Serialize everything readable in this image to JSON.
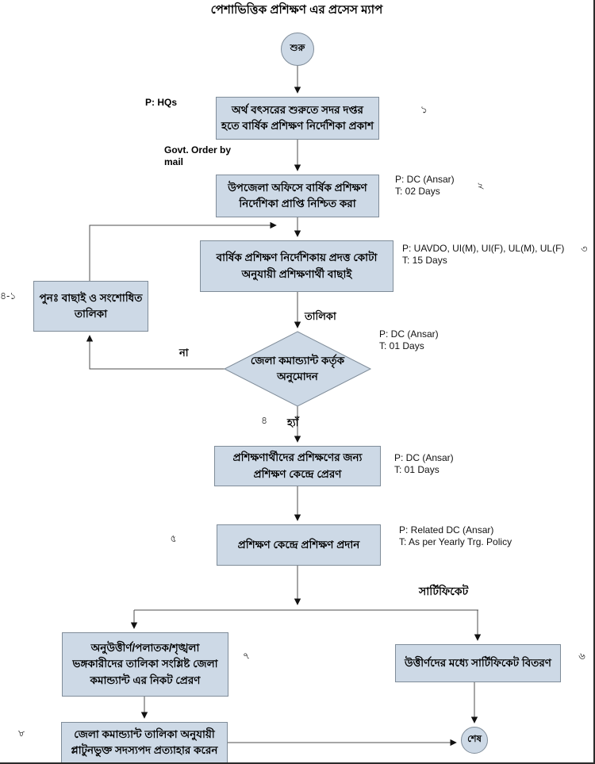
{
  "title": "পেশাভিত্তিক প্রশিক্ষণ এর প্রসেস ম্যাপ",
  "colors": {
    "node_fill": "#cdd9e6",
    "node_border": "#7f8c99",
    "line": "#4d4d4d",
    "arrowhead": "#111111"
  },
  "nodes": {
    "start": {
      "label": "শুরু"
    },
    "step1": {
      "text": "অর্থ বৎসরের শুরুতে সদর দপ্তর হতে বার্ষিক প্রশিক্ষণ নির্দেশিকা প্রকাশ"
    },
    "step2": {
      "text": "উপজেলা অফিসে বার্ষিক প্রশিক্ষণ নির্দেশিকা প্রাপ্তি নিশ্চিত করা"
    },
    "step3": {
      "text": "বার্ষিক প্রশিক্ষণ নির্দেশিকায় প্রদত্ত কোটা অনুযায়ী প্রশিক্ষণার্থী বাছাই"
    },
    "revised_list": {
      "text": "পুনঃ বাছাই ও সংশোধিত তালিকা"
    },
    "decision": {
      "text": "জেলা কমান্ড্যান্ট কর্তৃক অনুমোদন"
    },
    "step4": {
      "text": "প্রশিক্ষণার্থীদের প্রশিক্ষণের জন্য প্রশিক্ষণ কেন্দ্রে প্রেরণ"
    },
    "step5": {
      "text": "প্রশিক্ষণ কেন্দ্রে প্রশিক্ষণ প্রদান"
    },
    "step7": {
      "text": "অনুউত্তীর্ণ/পলাতক/শৃঙ্খলা ভঙ্গকারীদের তালিকা সংশ্লিষ্ট জেলা কমান্ড্যান্ট এর নিকট প্রেরণ"
    },
    "step6": {
      "text": "উত্তীর্ণদের মধ্যে সার্টিফিকেট বিতরণ"
    },
    "step8": {
      "text": "জেলা কমান্ড্যান্ট তালিকা অনুযায়ী প্লাটুনভুক্ত সদস্যপদ প্রত্যাহার করেন"
    },
    "end": {
      "label": "শেষ"
    }
  },
  "annotations": {
    "step1_p": "P: HQs",
    "govt_order_line1": "Govt. Order by",
    "govt_order_line2": "mail",
    "step2_p": "P: DC (Ansar)",
    "step2_t": "T: 02 Days",
    "step3_p": "P: UAVDO, UI(M), UI(F), UL(M), UL(F)",
    "step3_t": "T: 15 Days",
    "decision_p": "P: DC (Ansar)",
    "decision_t": "T: 01 Days",
    "step4_p": "P: DC (Ansar)",
    "step4_t": "T: 01 Days",
    "step5_p": "P: Related DC (Ansar)",
    "step5_t": "T: As per Yearly Trg. Policy",
    "list_label": "তালিকা",
    "no_label": "না",
    "yes_label": "হ্যাঁ",
    "certificate_label": "সার্টিফিকেট"
  },
  "step_numbers": {
    "s1": "১",
    "s2": "২",
    "s3": "৩",
    "s4": "৪",
    "s4_1": "৪-১",
    "s5": "৫",
    "s6": "৬",
    "s7": "৭",
    "s8": "৮"
  }
}
